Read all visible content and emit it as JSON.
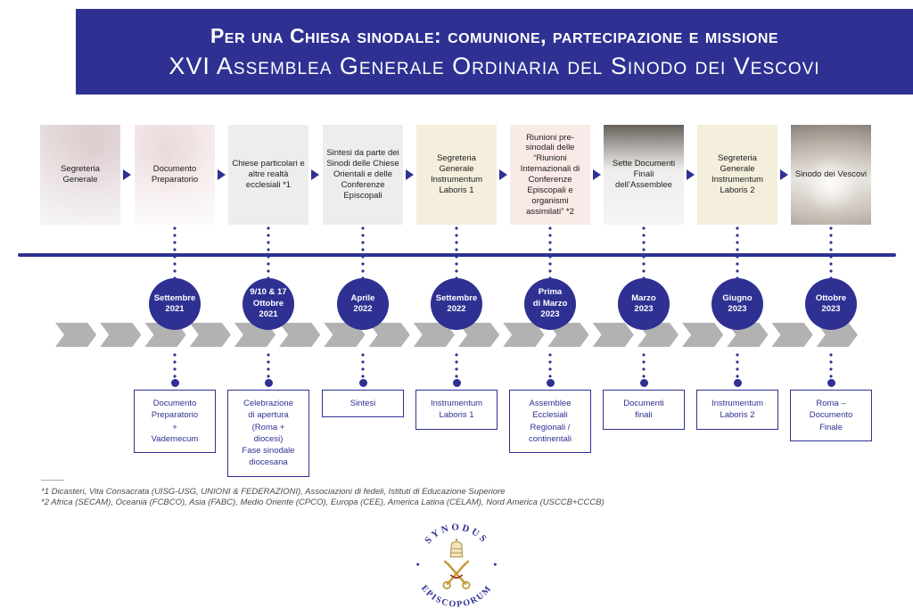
{
  "colors": {
    "primary_blue": "#2e3192",
    "band_gray": "#b2b2b2",
    "box_gray": "#ededed",
    "box_beige": "#f4eedd",
    "box_pink": "#f9e9e7"
  },
  "header": {
    "title_line1": "Per una Chiesa sinodale: comunione, partecipazione e missione",
    "title_line2": "XVI Assemblea Generale Ordinaria del Sinodo dei Vescovi"
  },
  "process_boxes": [
    {
      "label": "Segreteria Generale"
    },
    {
      "label": "Documento Preparatorio"
    },
    {
      "label": "Chiese particolari e altre realtà ecclesiali *1"
    },
    {
      "label": "Sintesi da parte dei Sinodi delle Chiese Orientali e delle Conferenze Episcopali"
    },
    {
      "label": "Segreteria Generale Instrumentum Laboris 1"
    },
    {
      "label": "Riunioni pre-sinodali delle “Riunioni Internazionali di Conferenze Episcopali e organismi assimilati” *2"
    },
    {
      "label": "Sette Documenti Finali dell’Assemblee"
    },
    {
      "label": "Segreteria Generale Instrumentum Laboris 2"
    },
    {
      "label": "Sinodo dei Vescovi"
    }
  ],
  "timeline": [
    {
      "date": "Settembre\n2021",
      "result": "Documento\nPreparatorio\n+\nVademecum"
    },
    {
      "date": "9/10 & 17\nOttobre\n2021",
      "result": "Celebrazione\ndi apertura\n(Roma +\ndiocesi)\nFase sinodale\ndiocesana"
    },
    {
      "date": "Aprile\n2022",
      "result": "Sintesi"
    },
    {
      "date": "Settembre\n2022",
      "result": "Instrumentum\nLaboris 1"
    },
    {
      "date": "Prima\ndi Marzo\n2023",
      "result": "Assemblee\nEcclesiali\nRegionali /\ncontinentali"
    },
    {
      "date": "Marzo\n2023",
      "result": "Documenti\nfinali"
    },
    {
      "date": "Giugno\n2023",
      "result": "Instrumentum\nLaboris 2"
    },
    {
      "date": "Ottobre\n2023",
      "result": "Roma –\nDocumento\nFinale"
    }
  ],
  "footnotes": [
    "*1 Dicasteri, Vita Consacrata (UISG-USG, UNIONI & FEDERAZIONI), Associazioni di fedeli, Istituti di Educazione Superiore",
    "*2 Africa (SECAM), Oceania (FCBCO), Asia (FABC), Medio Oriente (CPCO), Europa (CEE), America Latina (CELAM), Nord America (USCCB+CCCB)"
  ],
  "logo": {
    "top_text": "SYNODUS",
    "bottom_text": "EPISCOPORUM"
  }
}
